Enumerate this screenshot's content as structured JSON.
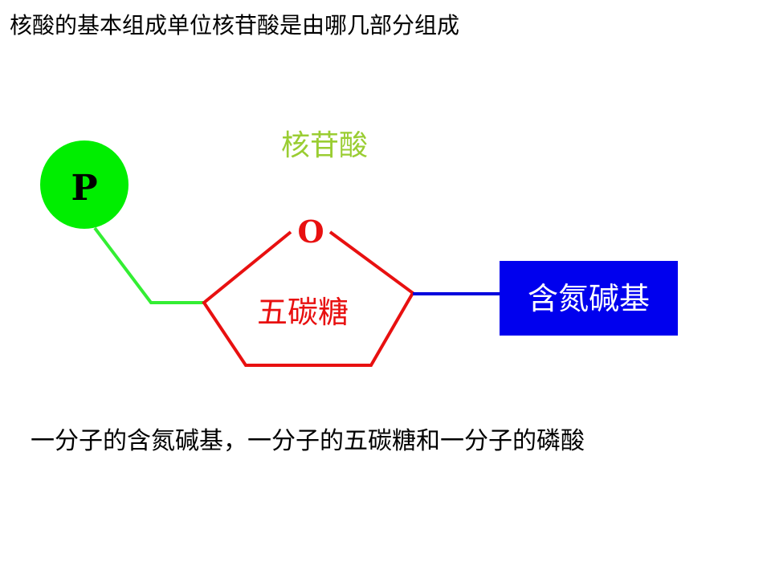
{
  "title": "核酸的基本组成单位核苷酸是由哪几部分组成",
  "diagram": {
    "nucleotide_label": "核苷酸",
    "phosphate_label": "P",
    "oxygen_label": "O",
    "sugar_label": "五碳糖",
    "base_label": "含氮碱基",
    "colors": {
      "nucleotide_label": "#9acd32",
      "phosphate_fill": "#00ee00",
      "phosphate_link": "#33ee33",
      "sugar_ring": "#e81010",
      "base_link": "#0000dd",
      "base_box": "#0000ee"
    }
  },
  "caption": "一分子的含氮碱基，一分子的五碳糖和一分子的磷酸"
}
